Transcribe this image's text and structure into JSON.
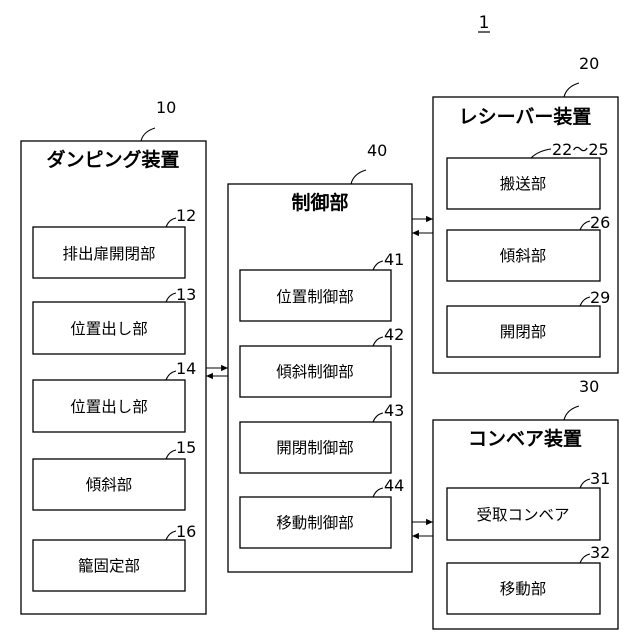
{
  "figure_ref": "1",
  "devices": {
    "dumping": {
      "ref": "10",
      "title": "ダンピング装置",
      "parts": [
        {
          "ref": "12",
          "label": "排出扉開閉部"
        },
        {
          "ref": "13",
          "label": "位置出し部"
        },
        {
          "ref": "14",
          "label": "位置出し部"
        },
        {
          "ref": "15",
          "label": "傾斜部"
        },
        {
          "ref": "16",
          "label": "籠固定部"
        }
      ]
    },
    "control": {
      "ref": "40",
      "title": "制御部",
      "parts": [
        {
          "ref": "41",
          "label": "位置制御部"
        },
        {
          "ref": "42",
          "label": "傾斜制御部"
        },
        {
          "ref": "43",
          "label": "開閉制御部"
        },
        {
          "ref": "44",
          "label": "移動制御部"
        }
      ]
    },
    "receiver": {
      "ref": "20",
      "title": "レシーバー装置",
      "parts": [
        {
          "ref": "22〜25",
          "label": "搬送部"
        },
        {
          "ref": "26",
          "label": "傾斜部"
        },
        {
          "ref": "29",
          "label": "開閉部"
        }
      ]
    },
    "conveyor": {
      "ref": "30",
      "title": "コンベア装置",
      "parts": [
        {
          "ref": "31",
          "label": "受取コンベア"
        },
        {
          "ref": "32",
          "label": "移動部"
        }
      ]
    }
  }
}
